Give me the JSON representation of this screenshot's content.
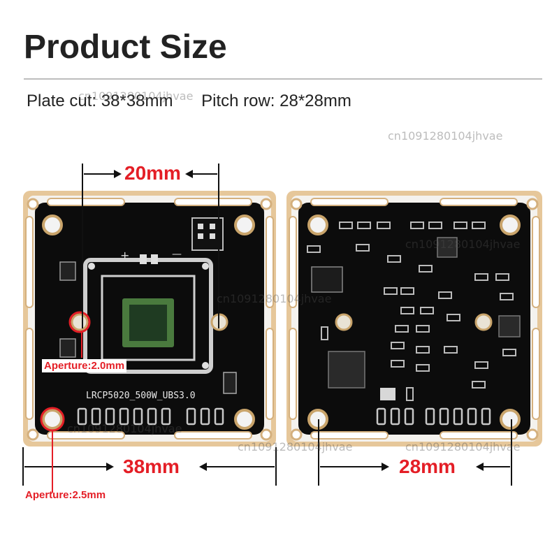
{
  "title": "Product Size",
  "specs": {
    "plate_cut": "Plate cut: 38*38mm",
    "pitch_row": "Pitch row: 28*28mm"
  },
  "dimensions": {
    "sensor_width": "20mm",
    "board_width": "38mm",
    "hole_pitch": "28mm"
  },
  "apertures": {
    "small": "Aperture:2.0mm",
    "large": "Aperture:2.5mm"
  },
  "board_silkscreen": "LRCP5020_500W_UBS3.0",
  "polarity": {
    "plus": "+",
    "minus": "—"
  },
  "watermark": "cn1091280104jhvae",
  "colors": {
    "accent": "#e41e26",
    "pcb": "#0c0c0c",
    "frame": "#e6c79a",
    "pad": "#c8c8c8"
  }
}
